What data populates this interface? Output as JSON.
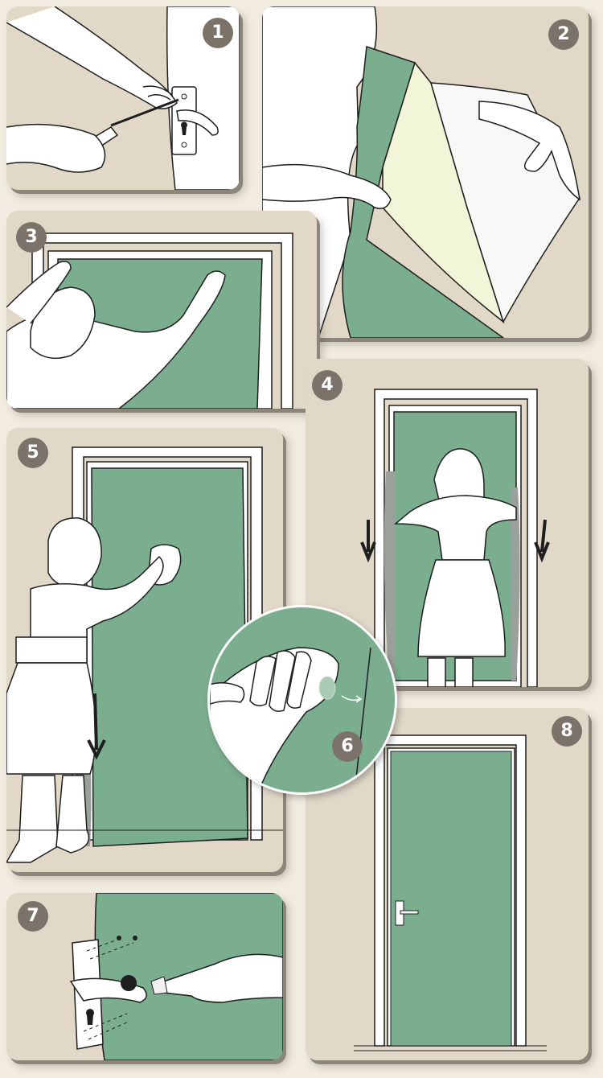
{
  "steps": [
    {
      "number": "1"
    },
    {
      "number": "2"
    },
    {
      "number": "3"
    },
    {
      "number": "4"
    },
    {
      "number": "5"
    },
    {
      "number": "6"
    },
    {
      "number": "7"
    },
    {
      "number": "8"
    }
  ],
  "colors": {
    "page_background": "#f2ece0",
    "panel_background": "#e1d8c8",
    "film_green": "#7bae8f",
    "backing_paper": "#f2f5d8",
    "badge": "#7b726a",
    "outline": "#1e1e1e"
  }
}
